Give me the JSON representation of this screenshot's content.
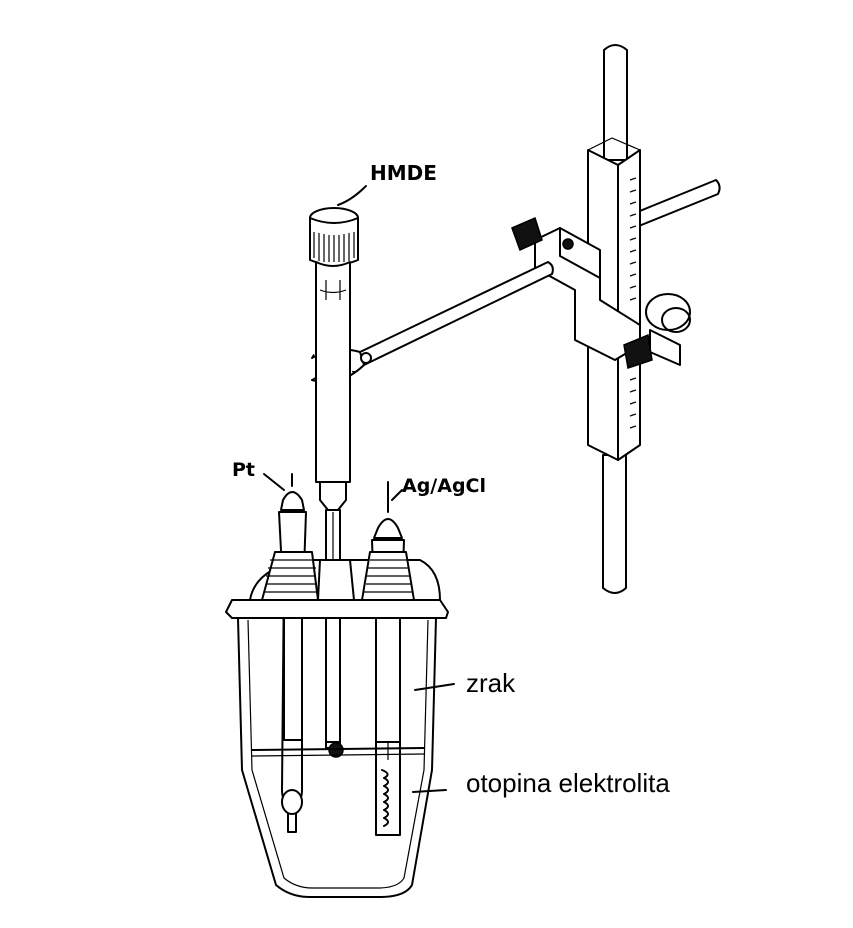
{
  "labels": {
    "hmde": "HMDE",
    "pt": "Pt",
    "ag_agcl": "Ag/AgCl",
    "zrak": "zrak",
    "otopina": "otopina elektrolita"
  }
}
